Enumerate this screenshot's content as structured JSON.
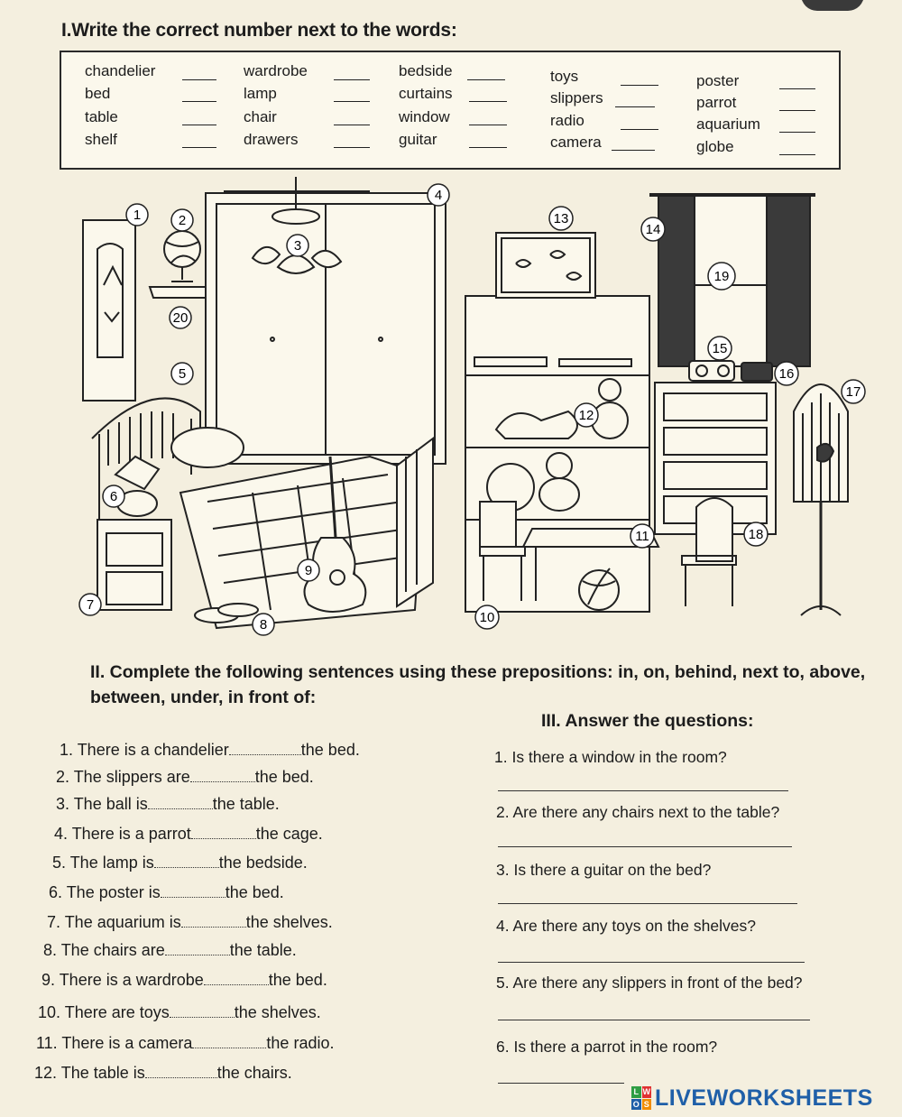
{
  "section1": {
    "title": "I.Write the correct number next to the words:",
    "words": [
      "chandelier",
      "wardrobe",
      "bedside",
      "toys",
      "poster",
      "bed",
      "lamp",
      "curtains",
      "slippers",
      "parrot",
      "table",
      "chair",
      "window",
      "radio",
      "aquarium",
      "shelf",
      "drawers",
      "guitar",
      "camera",
      "globe"
    ]
  },
  "picture": {
    "numbers": [
      "1",
      "2",
      "3",
      "4",
      "5",
      "6",
      "7",
      "8",
      "9",
      "10",
      "11",
      "12",
      "13",
      "14",
      "15",
      "16",
      "17",
      "18",
      "19",
      "20"
    ]
  },
  "section2": {
    "title": "II. Complete the following sentences using these prepositions: in, on, behind, next to,  above, between, under, in front of:",
    "sentences": [
      {
        "pre": "1. There is a chandelier",
        "post": "the bed."
      },
      {
        "pre": "2. The slippers are",
        "post": "the bed."
      },
      {
        "pre": "3. The ball is",
        "post": "the table."
      },
      {
        "pre": "4. There is a parrot",
        "post": "the cage."
      },
      {
        "pre": "5. The lamp is",
        "post": "the bedside."
      },
      {
        "pre": "6. The poster is",
        "post": "the bed."
      },
      {
        "pre": "7. The aquarium is",
        "post": "the shelves."
      },
      {
        "pre": "8. The chairs are",
        "post": "the table."
      },
      {
        "pre": "9. There is a wardrobe",
        "post": "the bed."
      },
      {
        "pre": "10. There are toys",
        "post": "the shelves."
      },
      {
        "pre": "11. There is a camera",
        "post": "the radio."
      },
      {
        "pre": "12. The table is",
        "post": "the chairs."
      }
    ]
  },
  "section3": {
    "title": "III. Answer the questions:",
    "questions": [
      "1. Is there a window in the room?",
      "2. Are there any chairs next to the table?",
      "3. Is there a guitar on the bed?",
      "4. Are there any toys on the shelves?",
      "5. Are there any slippers in front of the bed?",
      "6. Is there a parrot in the room?"
    ]
  },
  "footer": {
    "logo_text": "LIVEWORKSHEETS",
    "logo_letters": [
      "L",
      "W",
      "O",
      "S"
    ],
    "logo_colors": [
      "#2f9e44",
      "#e03131",
      "#1f5fa8",
      "#f08c00"
    ]
  }
}
